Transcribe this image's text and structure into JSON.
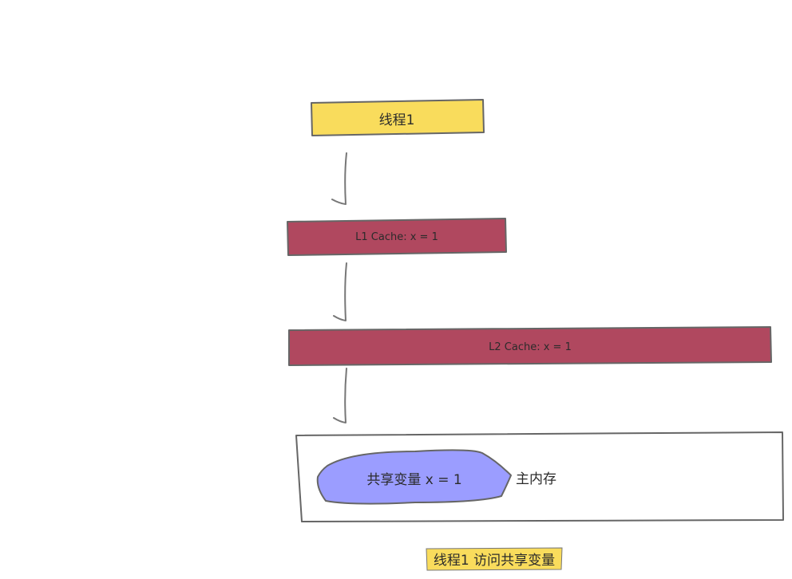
{
  "diagram": {
    "thread_label": "线程1",
    "l1_label": "L1 Cache:  x = 1",
    "l2_label": "L2 Cache:  x = 1",
    "shared_var_label": "共享变量 x = 1",
    "main_memory_label": "主内存",
    "caption": "线程1 访问共享变量"
  },
  "colors": {
    "thread_fill": "#f9dc5c",
    "cache_fill": "#b0485f",
    "shared_var_fill": "#9b9dff",
    "caption_fill": "#f9dc5c",
    "memory_fill": "#ffffff",
    "stroke": "#666666"
  }
}
